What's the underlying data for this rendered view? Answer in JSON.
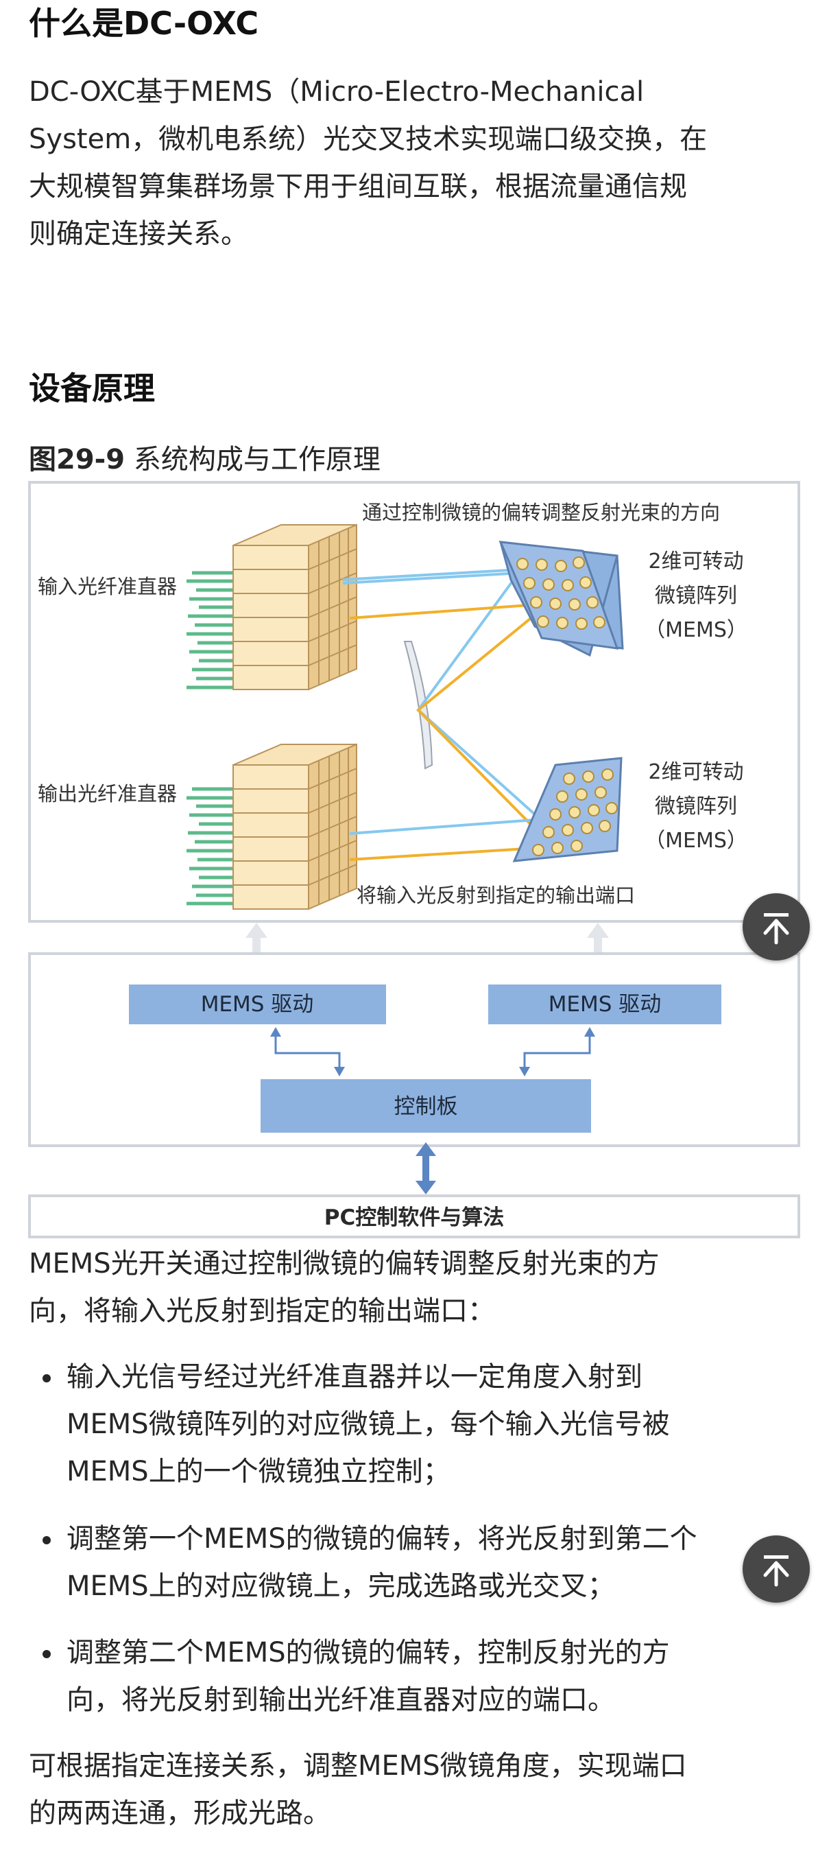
{
  "section1": {
    "title": "什么是DC-OXC",
    "para_lines": [
      "DC-OXC基于MEMS（Micro-Electro-Mechanical",
      "System，微机电系统）光交叉技术实现端口级交换，在",
      "大规模智算集群场景下用于组间互联，根据流量通信规",
      "则确定连接关系。"
    ]
  },
  "section2": {
    "title": "设备原理",
    "figure_caption_num": "图29-9",
    "figure_caption_text": " 系统构成与工作原理"
  },
  "figure": {
    "top_note": "通过控制微镜的偏转调整反射光束的方向",
    "input_label": "输入光纤准直器",
    "output_label": "输出光纤准直器",
    "mems_top": [
      "2维可转动",
      "微镜阵列",
      "（MEMS）"
    ],
    "mems_bottom": [
      "2维可转动",
      "微镜阵列",
      "（MEMS）"
    ],
    "bottom_note": "将输入光反射到指定的输出端口",
    "driver_left": "MEMS 驱动",
    "driver_right": "MEMS 驱动",
    "control_board": "控制板",
    "pc_software": "PC控制软件与算法",
    "colors": {
      "blue_beam": "#86c8ee",
      "orange_beam": "#f2b02a",
      "block_blue": "#8eb2df",
      "fiber_green": "#5dba8a"
    }
  },
  "section3": {
    "intro_lines": [
      "MEMS光开关通过控制微镜的偏转调整反射光束的方",
      "向，将输入光反射到指定的输出端口："
    ],
    "bullets": [
      [
        "输入光信号经过光纤准直器并以一定角度入射到",
        "MEMS微镜阵列的对应微镜上，每个输入光信号被",
        "MEMS上的一个微镜独立控制；"
      ],
      [
        "调整第一个MEMS的微镜的偏转，将光反射到第二个",
        "MEMS上的对应微镜上，完成选路或光交叉；"
      ],
      [
        "调整第二个MEMS的微镜的偏转，控制反射光的方",
        "向，将光反射到输出光纤准直器对应的端口。"
      ]
    ],
    "final_lines": [
      "可根据指定连接关系，调整MEMS微镜角度，实现端口",
      "的两两连通，形成光路。"
    ]
  },
  "floating_buttons": {
    "back_to_top_icon": "arrow-up-icon"
  }
}
